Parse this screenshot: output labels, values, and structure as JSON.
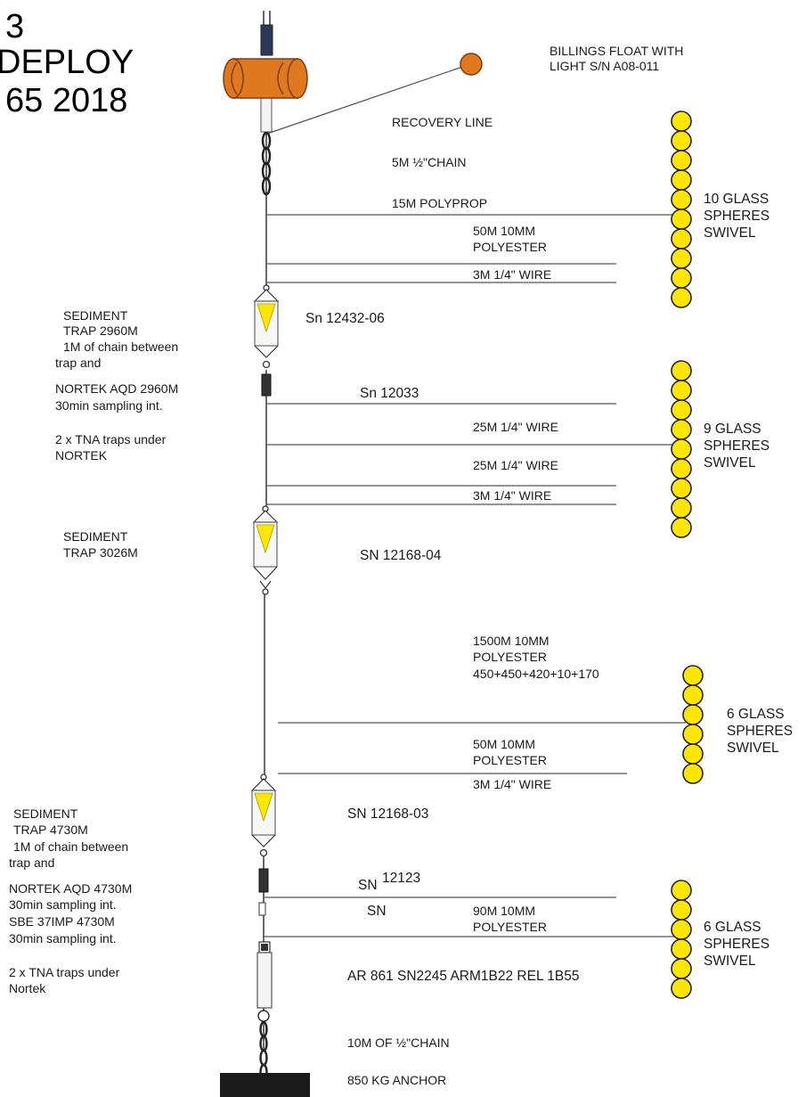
{
  "title": {
    "line1": "3",
    "line2": "DEPLOY",
    "line3": "65 2018"
  },
  "float_label": {
    "line1": "BILLINGS FLOAT WITH",
    "line2": "LIGHT S/N  A08-011"
  },
  "top_section": {
    "recovery_line": "RECOVERY LINE",
    "chain": "5M ½\"CHAIN",
    "polyprop": "15M POLYPROP",
    "polyester_1": "50M 10MM",
    "polyester_2": "POLYESTER",
    "wire": "3M 1/4\" WIRE",
    "spheres": {
      "line1": "10 GLASS",
      "line2": "SPHERES",
      "line3": "SWIVEL"
    }
  },
  "trap1": {
    "sn": "Sn 12432-06",
    "note": [
      "SEDIMENT",
      "TRAP 2960M",
      "1M of chain between",
      "trap and",
      "NORTEK AQD 2960M",
      "30min sampling int.",
      "",
      "2 x TNA traps under",
      "NORTEK"
    ]
  },
  "mid_section": {
    "sn": "Sn 12033",
    "wire1": "25M 1/4\" WIRE",
    "wire2": "25M 1/4\" WIRE",
    "wire3": "3M 1/4\" WIRE",
    "spheres": {
      "line1": "9 GLASS",
      "line2": "SPHERES",
      "line3": "SWIVEL"
    }
  },
  "trap2": {
    "sn": "SN 12168-04",
    "note": [
      "SEDIMENT",
      "TRAP 3026M"
    ]
  },
  "lower_section": {
    "poly_long_1": "1500M 10MM",
    "poly_long_2": "POLYESTER",
    "poly_long_3": "450+450+420+10+170",
    "poly_short_1": "50M 10MM",
    "poly_short_2": "POLYESTER",
    "wire": "3M 1/4\" WIRE",
    "spheres": {
      "line1": "6 GLASS",
      "line2": "SPHERES",
      "line3": "SWIVEL"
    }
  },
  "trap3": {
    "sn": "SN 12168-03",
    "note": [
      "SEDIMENT",
      "TRAP 4730M",
      "1M of chain between",
      "trap and",
      "NORTEK AQD  4730M",
      "30min sampling int.",
      "SBE 37IMP     4730M",
      "30min sampling int.",
      "",
      "2 x TNA traps under",
      "Nortek"
    ]
  },
  "bottom_section": {
    "sn_label": "SN",
    "sn_value": "12123",
    "sn2": "SN",
    "polyester_1": "90M 10MM",
    "polyester_2": "POLYESTER",
    "release": "AR 861 SN2245   ARM1B22   REL 1B55",
    "spheres": {
      "line1": "6 GLASS",
      "line2": "SPHERES",
      "line3": "SWIVEL"
    },
    "chain": "10M OF ½\"CHAIN",
    "anchor": "850 KG ANCHOR"
  },
  "colors": {
    "float": "#e07820",
    "sphere": "#ffe600",
    "trap_fill": "#ffe600",
    "anchor": "#1a1a1a"
  }
}
